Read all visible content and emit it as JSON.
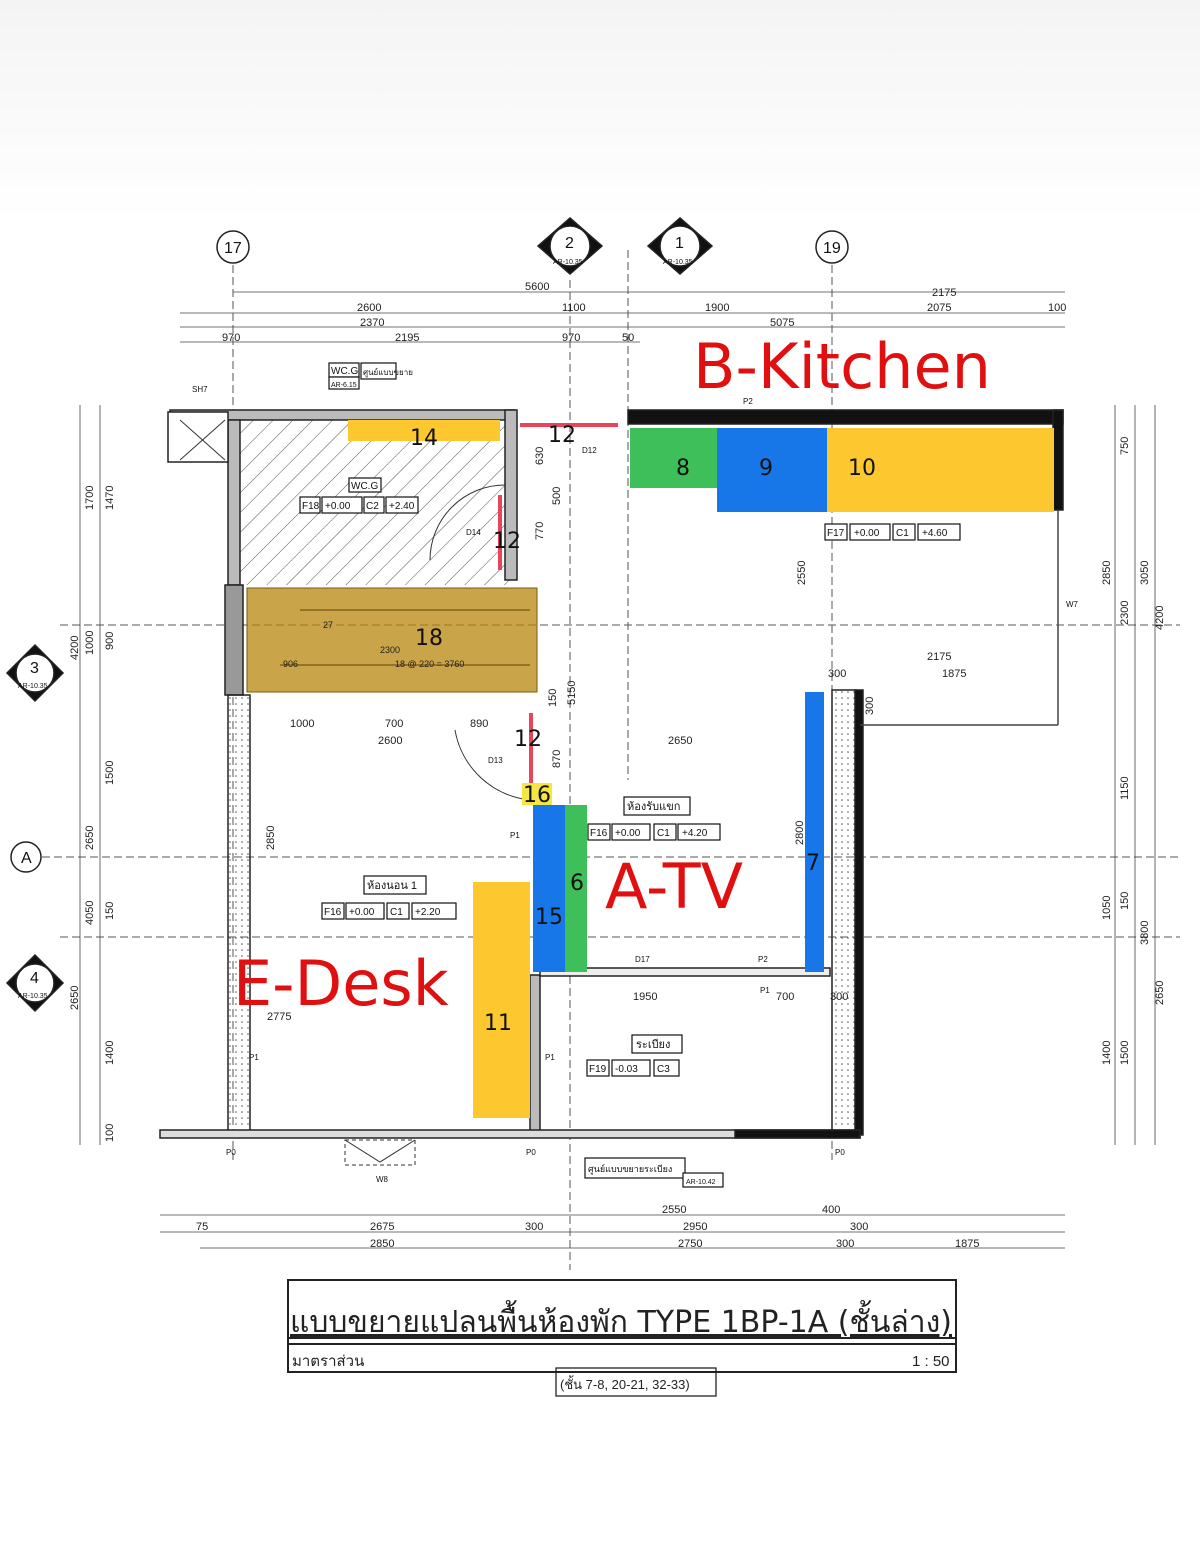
{
  "grid_bubbles": {
    "g17": "17",
    "g2": "2",
    "g1": "1",
    "g19": "19",
    "gA": "A",
    "g3": "3",
    "g4": "4"
  },
  "section_refs": {
    "s2": "AR-10.35",
    "s1": "AR-10.35",
    "s3": "AR-10.35",
    "s4": "AR-10.35"
  },
  "zone_labels": {
    "kitchen": "B-Kitchen",
    "tv": "A-TV",
    "desk": "E-Desk"
  },
  "items": {
    "n6": "6",
    "n7": "7",
    "n8": "8",
    "n9": "9",
    "n10": "10",
    "n11": "11",
    "n12a": "12",
    "n12b": "12",
    "n12c": "12",
    "n14": "14",
    "n15": "15",
    "n16": "16",
    "n18": "18"
  },
  "colors": {
    "yellow": "#fdc82f",
    "green": "#3fbf5a",
    "blue": "#1877e8",
    "brown": "#b8860b",
    "red": "#e01010",
    "pink": "#e8455a"
  },
  "dims_top": [
    "5600",
    "2175",
    "2600",
    "1100",
    "1900",
    "2075",
    "100",
    "2370",
    "5075",
    "970",
    "2195",
    "970",
    "50"
  ],
  "dims_bottom": [
    "2550",
    "400",
    "2675",
    "300",
    "2950",
    "300",
    "2850",
    "2750",
    "300",
    "1875",
    "75"
  ],
  "dims_left": [
    "1700",
    "1470",
    "4200",
    "1000",
    "900",
    "1500",
    "2650",
    "4050",
    "150",
    "2650",
    "1400",
    "100"
  ],
  "dims_right": [
    "750",
    "3050",
    "2850",
    "4200",
    "2300",
    "1150",
    "1050",
    "3800",
    "2650",
    "1400",
    "1500",
    "150"
  ],
  "dims_inner": [
    "630",
    "500",
    "770",
    "2550",
    "2175",
    "1875",
    "300",
    "300",
    "150",
    "5150",
    "890",
    "870",
    "2650",
    "1000",
    "700",
    "2600",
    "2850",
    "2800",
    "1950",
    "700",
    "300",
    "2775",
    "2300",
    "18 @ 220 = 3760",
    "906",
    "27"
  ],
  "room_tags": {
    "wc_code": "WC.G",
    "wc_ref": "AR-6.15",
    "wc_name": "ศูนย์แบบขยาย",
    "wc2": "WC.G",
    "wc_f": "F18",
    "wc_l": "+0.00",
    "wc_c": "C2",
    "wc_h": "+2.40",
    "kit_f": "F17",
    "kit_l": "+0.00",
    "kit_c": "C1",
    "kit_h": "+4.60",
    "liv_name": "ห้องรับแขก",
    "liv_f": "F16",
    "liv_l": "+0.00",
    "liv_c": "C1",
    "liv_h": "+4.20",
    "bed_name": "ห้องนอน 1",
    "bed_f": "F16",
    "bed_l": "+0.00",
    "bed_c": "C1",
    "bed_h": "+2.20",
    "bal_name": "ระเบียง",
    "bal_f": "F19",
    "bal_l": "-0.03",
    "bal_c": "C3",
    "bal_ref_name": "ศูนย์แบบขยายระเบียง",
    "bal_ref": "AR-10.42"
  },
  "door_tags": [
    "D12",
    "D14",
    "D13",
    "D17",
    "P1",
    "P2",
    "P0",
    "P0",
    "P0",
    "W8",
    "W7",
    "P1",
    "P1",
    "P2",
    "P1",
    "SH7"
  ],
  "title_block": {
    "title": "แบบขยายแปลนพื้นห้องพัก TYPE 1BP-1A (ชั้นล่าง)",
    "scale_label": "มาตราส่วน",
    "scale": "1 : 50",
    "floors": "(ชั้น 7-8, 20-21, 32-33)"
  }
}
